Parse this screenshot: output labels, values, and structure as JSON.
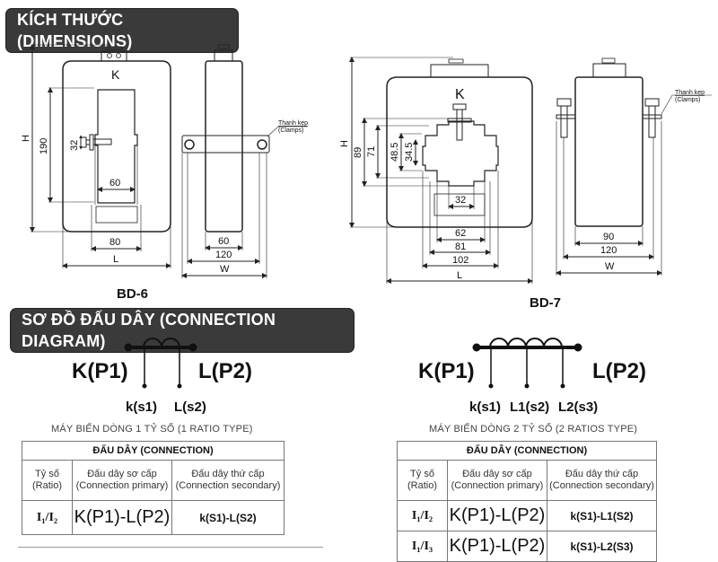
{
  "sections": {
    "dimensions_title": "KÍCH THƯỚC (DIMENSIONS)",
    "connection_title": "SƠ ĐỒ ĐẤU DÂY (CONNECTION DIAGRAM)"
  },
  "bd6": {
    "model": "BD-6",
    "terminal_label": "K",
    "dims": {
      "H": "H",
      "height_190": "190",
      "bolt_32": "32",
      "window_60": "60",
      "inner_80": "80",
      "L": "L",
      "side_60": "60",
      "side_120": "120",
      "W": "W"
    },
    "clamp_label_vi": "Thanh kẹp",
    "clamp_label_en": "(Clamps)"
  },
  "bd7": {
    "model": "BD-7",
    "terminal_label": "K",
    "dims": {
      "H": "H",
      "d89": "89",
      "d71": "71",
      "d48_5": "48.5",
      "d34_5": "34.5",
      "d32": "32",
      "d62": "62",
      "d81": "81",
      "d102": "102",
      "L": "L",
      "side_90": "90",
      "side_120": "120",
      "W": "W"
    },
    "clamp_label_vi": "Thanh kẹp",
    "clamp_label_en": "(Clamps)"
  },
  "diagram1": {
    "primary_left": "K(P1)",
    "primary_right": "L(P2)",
    "secondaries": [
      "k(s1)",
      "L(s2)"
    ],
    "caption": "MÁY BIẾN DÒNG 1 TỶ SỐ (1 RATIO TYPE)",
    "table": {
      "title": "ĐẤU DÂY (CONNECTION)",
      "col_ratio": [
        "Tỷ số",
        "(Ratio)"
      ],
      "col_primary": [
        "Đấu dây sơ cấp",
        "(Connection primary)"
      ],
      "col_secondary": [
        "Đấu dây thứ cấp",
        "(Connection secondary)"
      ],
      "rows": [
        {
          "ratio": "I₁/I₂",
          "primary": "K(P1)-L(P2)",
          "secondary": "k(S1)-L(S2)"
        }
      ]
    }
  },
  "diagram2": {
    "primary_left": "K(P1)",
    "primary_right": "L(P2)",
    "secondaries": [
      "k(s1)",
      "L1(s2)",
      "L2(s3)"
    ],
    "caption": "MÁY BIẾN DÒNG 2 TỶ SỐ (2 RATIOS TYPE)",
    "table": {
      "title": "ĐẤU DÂY (CONNECTION)",
      "col_ratio": [
        "Tỷ số",
        "(Ratio)"
      ],
      "col_primary": [
        "Đấu dây sơ cấp",
        "(Connection primary)"
      ],
      "col_secondary": [
        "Đấu dây thứ cấp",
        "(Connection secondary)"
      ],
      "rows": [
        {
          "ratio": "I₁/I₂",
          "primary": "K(P1)-L(P2)",
          "secondary": "k(S1)-L1(S2)"
        },
        {
          "ratio": "I₁/I₃",
          "primary": "K(P1)-L(P2)",
          "secondary": "k(S1)-L2(S3)"
        }
      ]
    }
  }
}
